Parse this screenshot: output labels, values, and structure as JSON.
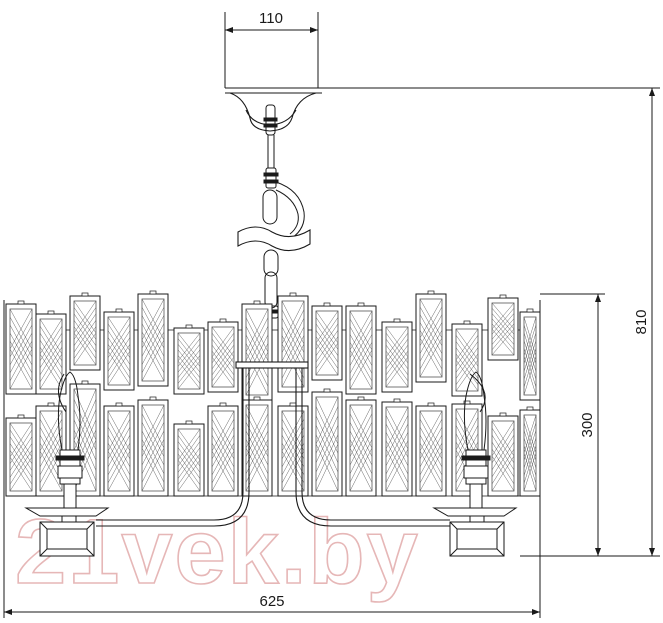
{
  "dimensions": {
    "canopy_width": "110",
    "total_height": "810",
    "shade_height": "300",
    "total_width": "625"
  },
  "watermark": "21vek.by",
  "colors": {
    "line": "#1a1a1a",
    "crystal": "#555555",
    "watermark": "#e6b7b7"
  }
}
